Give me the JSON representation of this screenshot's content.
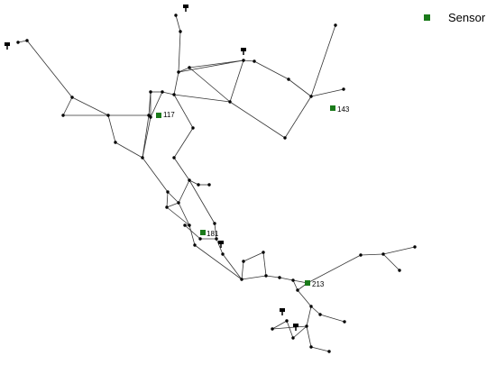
{
  "legend": {
    "label": "Sensor",
    "color": "#1a7a1a"
  },
  "sensors": [
    {
      "id": "117"
    },
    {
      "id": "143"
    },
    {
      "id": "181"
    },
    {
      "id": "213"
    }
  ],
  "colors": {
    "pipe": "#333333",
    "node": "#000000",
    "sensor": "#1a7a1a"
  },
  "icons": [
    "reservoir-icon",
    "tank-icon"
  ]
}
